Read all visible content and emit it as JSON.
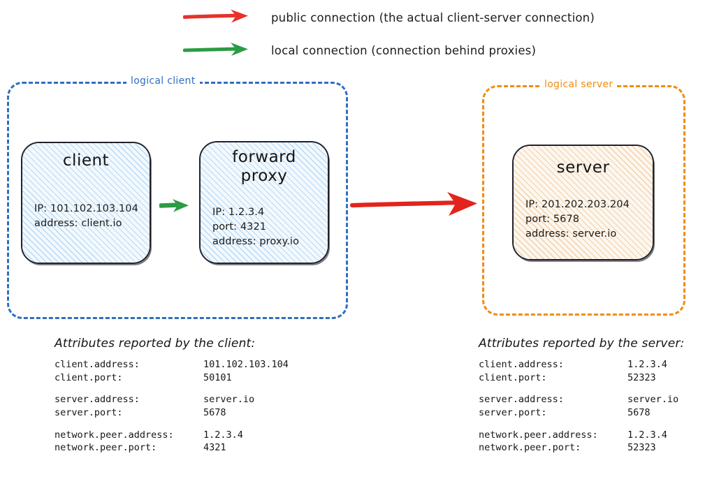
{
  "legend": {
    "items": [
      {
        "id": "public-connection",
        "color": "#e8312a",
        "arrow_icon": "arrow-right-icon",
        "label": "public connection (the actual client-server connection)"
      },
      {
        "id": "local-connection",
        "color": "#2c9b44",
        "arrow_icon": "arrow-right-icon",
        "label": "local connection (connection behind proxies)"
      }
    ]
  },
  "groups": {
    "client": {
      "label": "logical client",
      "color": "#2f6fc0"
    },
    "server": {
      "label": "logical server",
      "color": "#ef8d13"
    }
  },
  "nodes": {
    "client": {
      "title": "client",
      "fill": "#f2f9fe",
      "hatch_color": "#8cbeeb",
      "props": [
        "IP: 101.102.103.104",
        "address: client.io"
      ]
    },
    "proxy": {
      "title": "forward\nproxy",
      "fill": "#f2f9fe",
      "hatch_color": "#8cbeeb",
      "props": [
        "IP: 1.2.3.4",
        "port: 4321",
        "address: proxy.io"
      ]
    },
    "server": {
      "title": "server",
      "fill": "#fdf7ef",
      "hatch_color": "#e8b070",
      "props": [
        "IP: 201.202.203.204",
        "port: 5678",
        "address: server.io"
      ]
    }
  },
  "arrows": {
    "client_to_proxy": {
      "type": "local",
      "color": "#2c9b44",
      "from": "client",
      "to": "proxy"
    },
    "proxy_to_server": {
      "type": "public",
      "color": "#e8312a",
      "from": "proxy",
      "to": "server"
    }
  },
  "attribute_tables": [
    {
      "id": "client",
      "title": "Attributes reported by the client:",
      "groups": [
        [
          {
            "key": "client.address:",
            "value": "101.102.103.104"
          },
          {
            "key": "client.port:",
            "value": "50101"
          }
        ],
        [
          {
            "key": "server.address:",
            "value": "server.io"
          },
          {
            "key": "server.port:",
            "value": "5678"
          }
        ],
        [
          {
            "key": "network.peer.address:",
            "value": "1.2.3.4"
          },
          {
            "key": "network.peer.port:",
            "value": "4321"
          }
        ]
      ]
    },
    {
      "id": "server",
      "title": "Attributes reported by the server:",
      "groups": [
        [
          {
            "key": "client.address:",
            "value": "1.2.3.4"
          },
          {
            "key": "client.port:",
            "value": "52323"
          }
        ],
        [
          {
            "key": "server.address:",
            "value": "server.io"
          },
          {
            "key": "server.port:",
            "value": "5678"
          }
        ],
        [
          {
            "key": "network.peer.address:",
            "value": "1.2.3.4"
          },
          {
            "key": "network.peer.port:",
            "value": "52323"
          }
        ]
      ]
    }
  ]
}
